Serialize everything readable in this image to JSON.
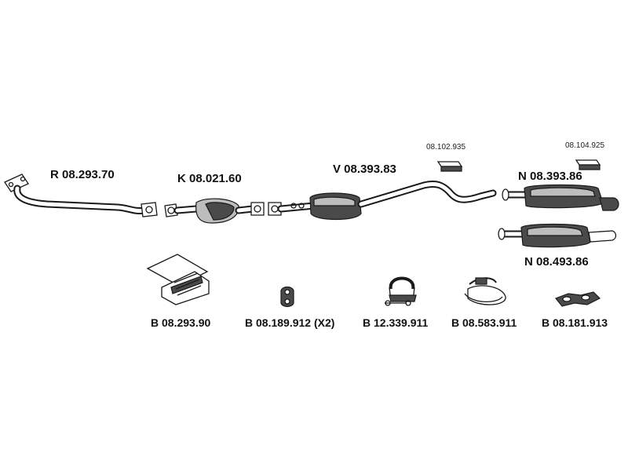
{
  "parts": {
    "front_pipe": "R 08.293.70",
    "catalytic_converter": "K 08.021.60",
    "middle_silencer": "V 08.393.83",
    "rear_silencer": "N 08.393.86",
    "rear_silencer_alt": "N 08.493.86",
    "small_part_1": "08.102.935",
    "small_part_2": "08.104.925"
  },
  "accessories": {
    "fitting_kit": "B 08.293.90",
    "rubber_mount": "B 08.189.912 (X2)",
    "clamp": "B 12.339.911",
    "hanger": "B 08.583.911",
    "gasket": "B 08.181.913"
  }
}
